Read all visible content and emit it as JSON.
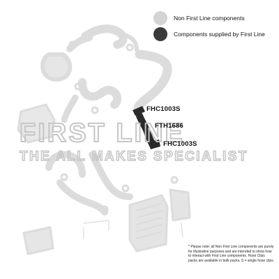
{
  "legend": {
    "non_first_line": {
      "label": "Non First Line components",
      "color": "#d4d4d4"
    },
    "first_line": {
      "label": "Components supplied by First Line",
      "color": "#3a3a3a"
    }
  },
  "parts": [
    {
      "code": "FHC1003S"
    },
    {
      "code": "FTH1686"
    },
    {
      "code": "FHC1003S"
    }
  ],
  "watermark": {
    "brand": "FIRST LINE",
    "tagline": "THE ALL MAKES SPECIALIST"
  },
  "footnote": "* Please note: all Non First Line components are purely for illustrative purposes and are intended to show how to interact with First Line components. Hose Clips packs are available in bulk packs, S = single hose clips.",
  "colors": {
    "ghost_parts": "#dedede",
    "ghost_outline": "#cfcfcf",
    "hose": "#2a2a2a",
    "watermark": "#cfcfcf"
  }
}
